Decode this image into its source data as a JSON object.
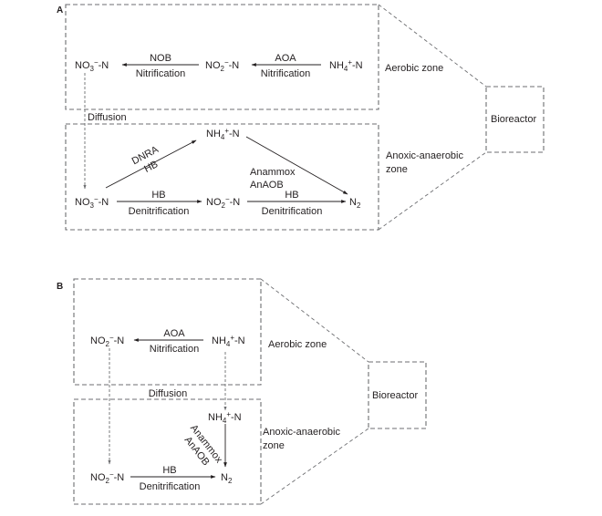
{
  "panels": {
    "A": {
      "label": "A",
      "aerobic_zone_label": "Aerobic zone",
      "anoxic_zone_label_1": "Anoxic-anaerobic",
      "anoxic_zone_label_2": "zone",
      "bioreactor_label": "Bioreactor",
      "diffusion_label": "Diffusion",
      "species": {
        "no3_top": {
          "base": "NO",
          "sub": "3",
          "sup": "−",
          "tail": "-N"
        },
        "no2_top": {
          "base": "NO",
          "sub": "2",
          "sup": "−",
          "tail": "-N"
        },
        "nh4_top": {
          "base": "NH",
          "sub": "4",
          "sup": "+",
          "tail": "-N"
        },
        "nh4_mid": {
          "base": "NH",
          "sub": "4",
          "sup": "+",
          "tail": "-N"
        },
        "no3_bot": {
          "base": "NO",
          "sub": "3",
          "sup": "−",
          "tail": "-N"
        },
        "no2_bot": {
          "base": "NO",
          "sub": "2",
          "sup": "−",
          "tail": "-N"
        },
        "n2": {
          "base": "N",
          "sub": "2"
        }
      },
      "reactions": {
        "nob": {
          "top": "NOB",
          "bottom": "Nitrification"
        },
        "aoa": {
          "top": "AOA",
          "bottom": "Nitrification"
        },
        "dnra": {
          "top": "DNRA",
          "bottom": "HB"
        },
        "denit1": {
          "top": "HB",
          "bottom": "Denitrification"
        },
        "denit2": {
          "top": "HB",
          "bottom": "Denitrification"
        },
        "anammox": {
          "top": "Anammox",
          "bottom": "AnAOB"
        }
      }
    },
    "B": {
      "label": "B",
      "aerobic_zone_label": "Aerobic zone",
      "anoxic_zone_label_1": "Anoxic-anaerobic",
      "anoxic_zone_label_2": "zone",
      "bioreactor_label": "Bioreactor",
      "diffusion_label": "Diffusion",
      "species": {
        "no2_top": {
          "base": "NO",
          "sub": "2",
          "sup": "−",
          "tail": "-N"
        },
        "nh4_top": {
          "base": "NH",
          "sub": "4",
          "sup": "+",
          "tail": "-N"
        },
        "nh4_mid": {
          "base": "NH",
          "sub": "4",
          "sup": "+",
          "tail": "-N"
        },
        "no2_bot": {
          "base": "NO",
          "sub": "2",
          "sup": "−",
          "tail": "-N"
        },
        "n2": {
          "base": "N",
          "sub": "2"
        }
      },
      "reactions": {
        "aoa": {
          "top": "AOA",
          "bottom": "Nitrification"
        },
        "denit": {
          "top": "HB",
          "bottom": "Denitrification"
        },
        "anammox": {
          "top": "Anammox",
          "bottom": "AnAOB"
        }
      }
    }
  }
}
